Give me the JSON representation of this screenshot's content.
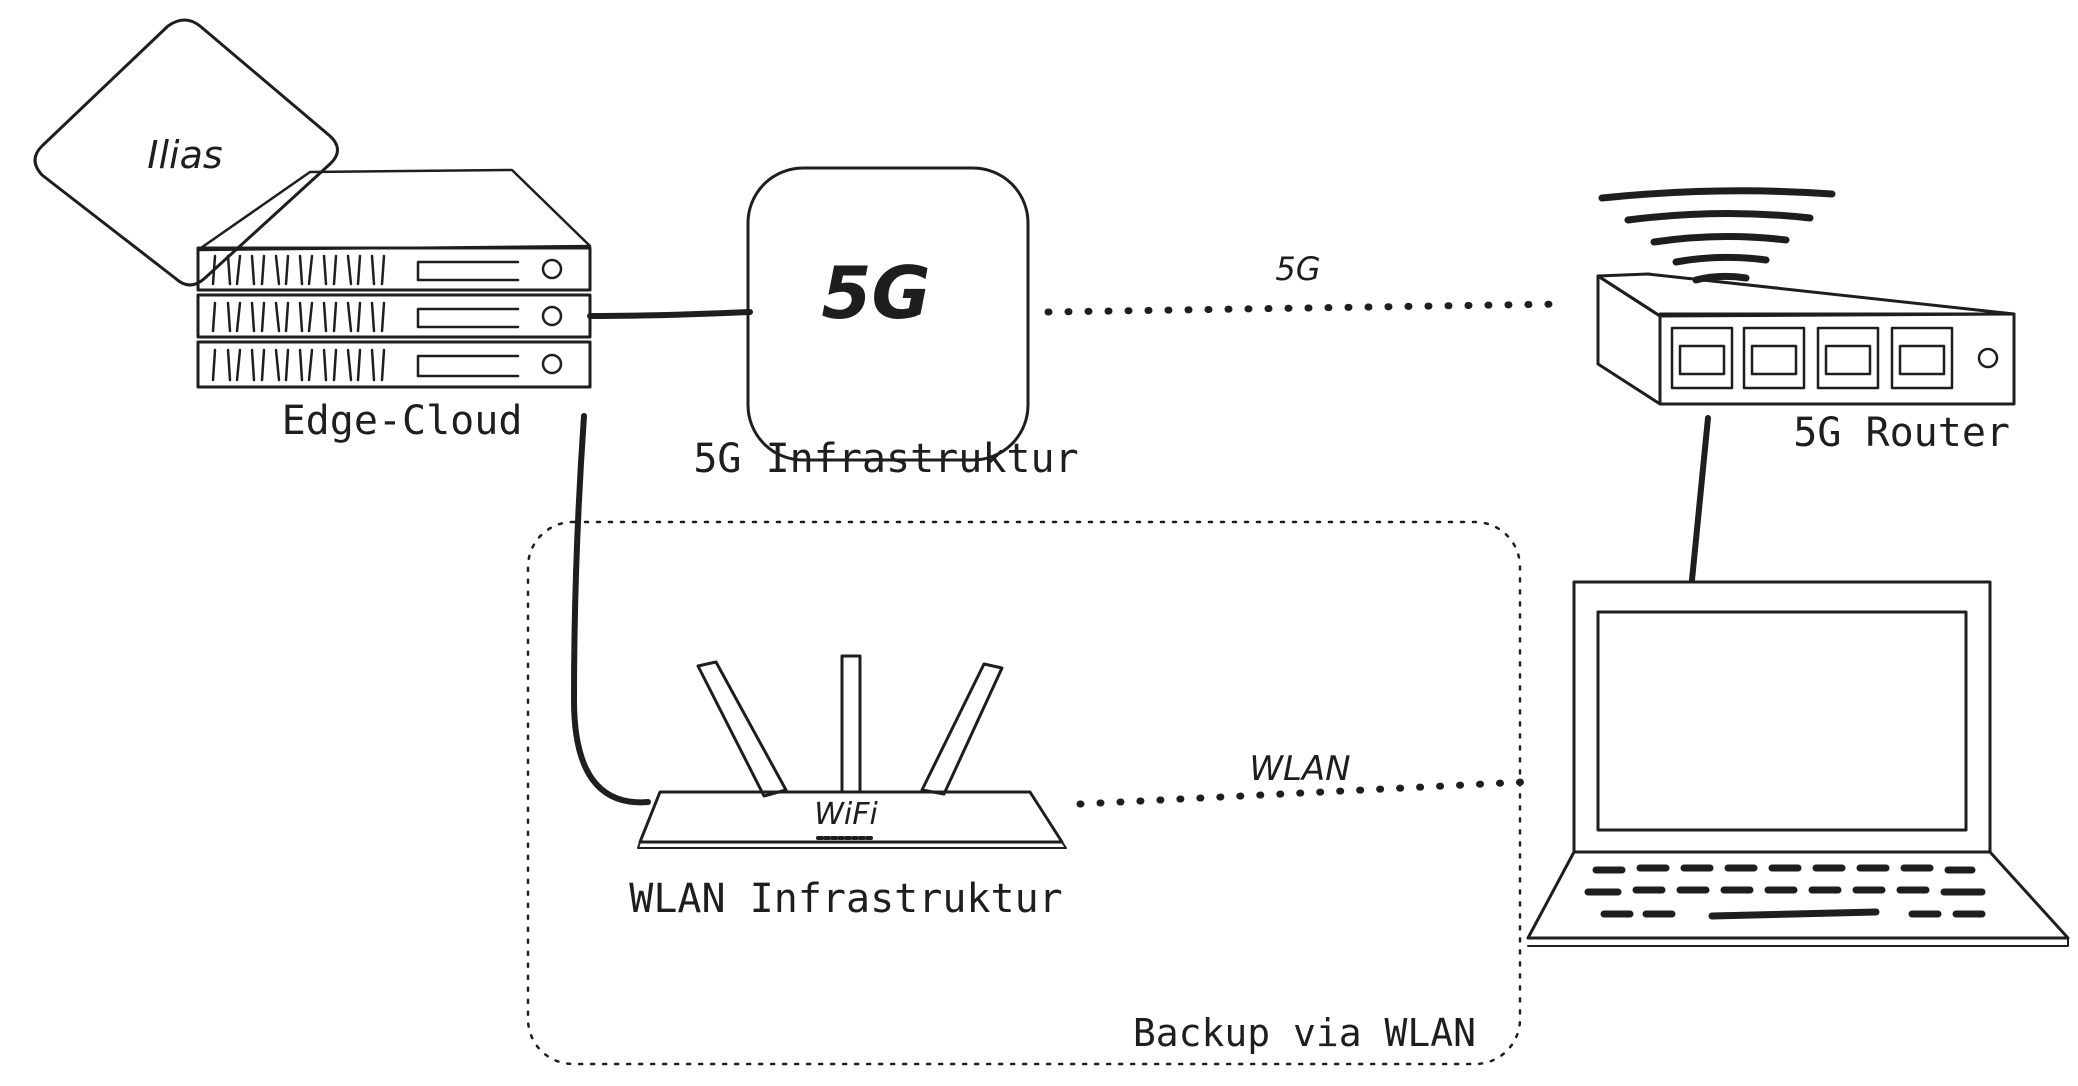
{
  "nodes": {
    "ilias": {
      "label": "Ilias"
    },
    "edge_cloud": {
      "label": "Edge-Cloud"
    },
    "infra_5g": {
      "label": "5G Infrastruktur",
      "icon_text": "5G"
    },
    "router_5g": {
      "label": "5G Router"
    },
    "wlan_infra": {
      "label": "WLAN Infrastruktur",
      "icon_text": "WiFi"
    },
    "laptop": {
      "label": ""
    }
  },
  "edges": {
    "link_5g": {
      "label": "5G"
    },
    "link_wlan": {
      "label": "WLAN"
    }
  },
  "groups": {
    "backup": {
      "label": "Backup via WLAN"
    }
  }
}
